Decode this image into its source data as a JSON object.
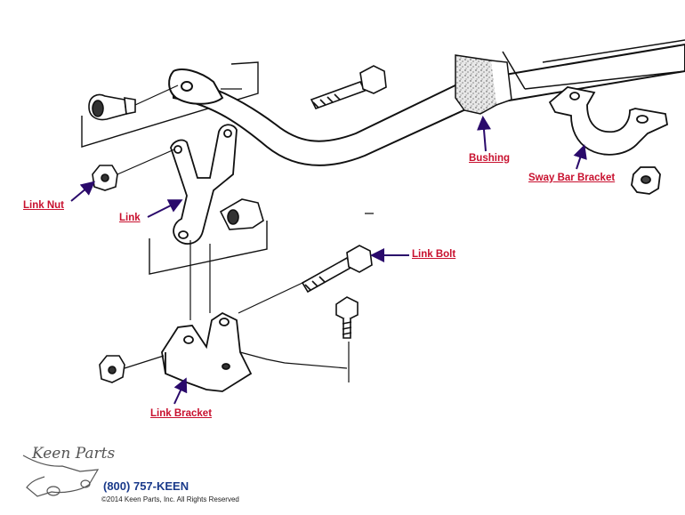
{
  "labels": {
    "bushing": "Bushing",
    "sway_bar_bracket": "Sway Bar Bracket",
    "link_nut": "Link Nut",
    "link": "Link",
    "link_bolt": "Link Bolt",
    "link_bracket": "Link Bracket"
  },
  "footer": {
    "logo_text": "Keen Parts",
    "phone": "(800) 757-KEEN",
    "copyright": "©2014 Keen Parts, Inc. All Rights Reserved"
  },
  "colors": {
    "label": "#c8102e",
    "arrow": "#2a0a6b",
    "phone": "#1a3a8a"
  }
}
